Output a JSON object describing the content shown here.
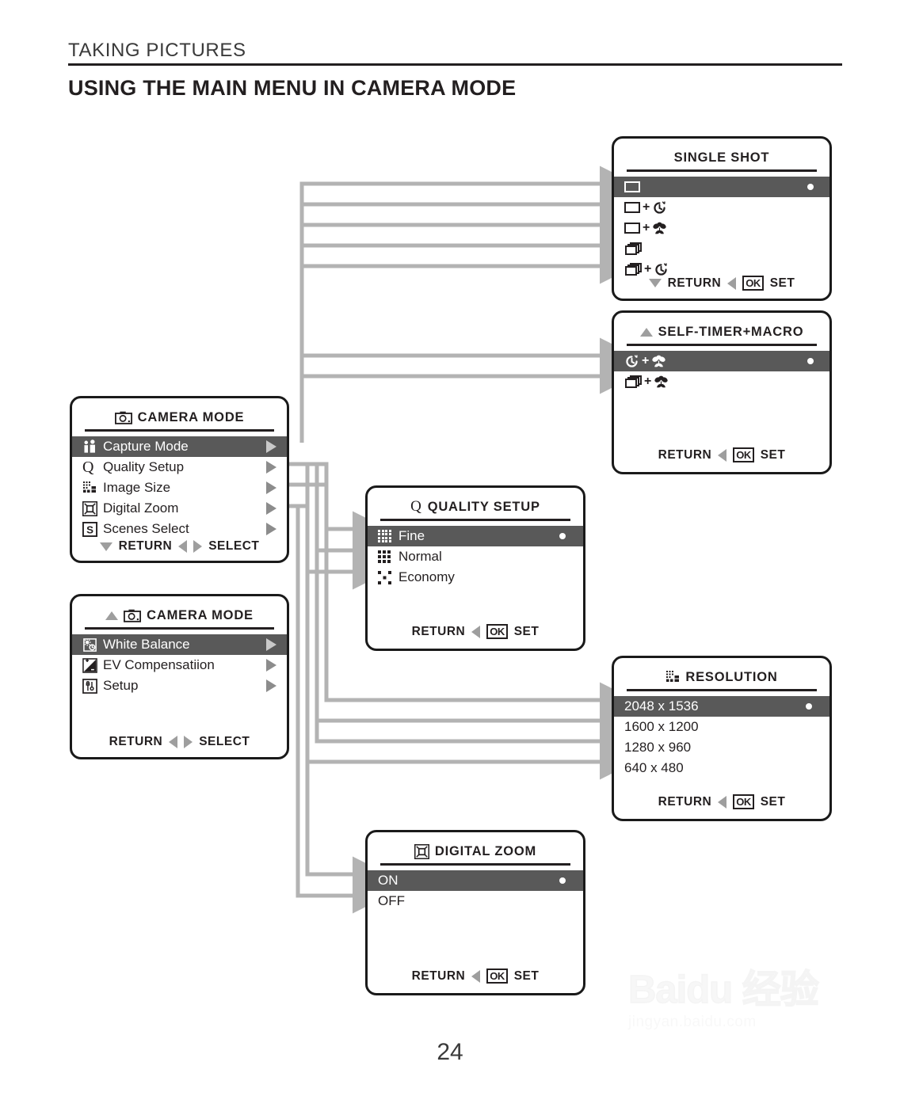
{
  "header": {
    "section_label": "TAKING PICTURES",
    "page_title": "USING THE MAIN MENU IN CAMERA MODE"
  },
  "footer": {
    "page_number": "24",
    "watermark_main": "Baidu 经验",
    "watermark_sub": "jingyan.baidu.com"
  },
  "panels": {
    "camera_mode_1": {
      "title": "CAMERA  MODE",
      "title_icon": "camera-icon",
      "items": [
        {
          "label": "Capture Mode",
          "icon": "people-icon",
          "selected": true
        },
        {
          "label": "Quality Setup",
          "icon": "quality-q-icon",
          "selected": false
        },
        {
          "label": "Image Size",
          "icon": "pixel-grid-icon",
          "selected": false
        },
        {
          "label": "Digital Zoom",
          "icon": "zoom-frame-icon",
          "selected": false
        },
        {
          "label": "Scenes Select",
          "icon": "scenes-s-icon",
          "selected": false
        }
      ],
      "footer": {
        "return": "RETURN",
        "action": "SELECT"
      }
    },
    "camera_mode_2": {
      "title": "CAMERA  MODE",
      "title_icon": "camera-icon",
      "scroll_up": true,
      "items": [
        {
          "label": "White Balance",
          "icon": "white-balance-icon",
          "selected": true
        },
        {
          "label": "EV Compensatiion",
          "icon": "ev-compensation-icon",
          "selected": false
        },
        {
          "label": "Setup",
          "icon": "tools-icon",
          "selected": false
        }
      ],
      "footer": {
        "return": "RETURN",
        "action": "SELECT"
      }
    },
    "single_shot": {
      "title": "SINGLE  SHOT",
      "items": [
        {
          "glyph": "frame",
          "selected": true
        },
        {
          "glyph": "frame+timer",
          "selected": false
        },
        {
          "glyph": "frame+macro",
          "selected": false
        },
        {
          "glyph": "burst",
          "selected": false
        },
        {
          "glyph": "burst+timer",
          "selected": false
        }
      ],
      "footer": {
        "return": "RETURN",
        "ok": "OK",
        "action": "SET"
      }
    },
    "self_timer_macro": {
      "title": "SELF-TIMER+MACRO",
      "scroll_up": true,
      "items": [
        {
          "glyph": "timer+macro",
          "selected": true
        },
        {
          "glyph": "burst+macro",
          "selected": false
        }
      ],
      "footer": {
        "return": "RETURN",
        "ok": "OK",
        "action": "SET"
      }
    },
    "quality_setup": {
      "title": "QUALITY  SETUP",
      "title_icon": "quality-q-icon",
      "items": [
        {
          "label": "Fine",
          "icon": "dots-fine-icon",
          "selected": true
        },
        {
          "label": "Normal",
          "icon": "dots-normal-icon",
          "selected": false
        },
        {
          "label": "Economy",
          "icon": "dots-economy-icon",
          "selected": false
        }
      ],
      "footer": {
        "return": "RETURN",
        "ok": "OK",
        "action": "SET"
      }
    },
    "resolution": {
      "title": "RESOLUTION",
      "title_icon": "pixel-grid-icon",
      "items": [
        {
          "label": "2048 x 1536",
          "selected": true
        },
        {
          "label": "1600 x 1200",
          "selected": false
        },
        {
          "label": "1280 x 960",
          "selected": false
        },
        {
          "label": "640 x 480",
          "selected": false
        }
      ],
      "footer": {
        "return": "RETURN",
        "ok": "OK",
        "action": "SET"
      }
    },
    "digital_zoom": {
      "title": "DIGITAL  ZOOM",
      "title_icon": "zoom-frame-icon",
      "items": [
        {
          "label": "ON",
          "selected": true
        },
        {
          "label": "OFF",
          "selected": false
        }
      ],
      "footer": {
        "return": "RETURN",
        "ok": "OK",
        "action": "SET"
      }
    }
  },
  "colors": {
    "ink": "#231f20",
    "selection": "#595959",
    "wire": "#b3b3b3"
  }
}
